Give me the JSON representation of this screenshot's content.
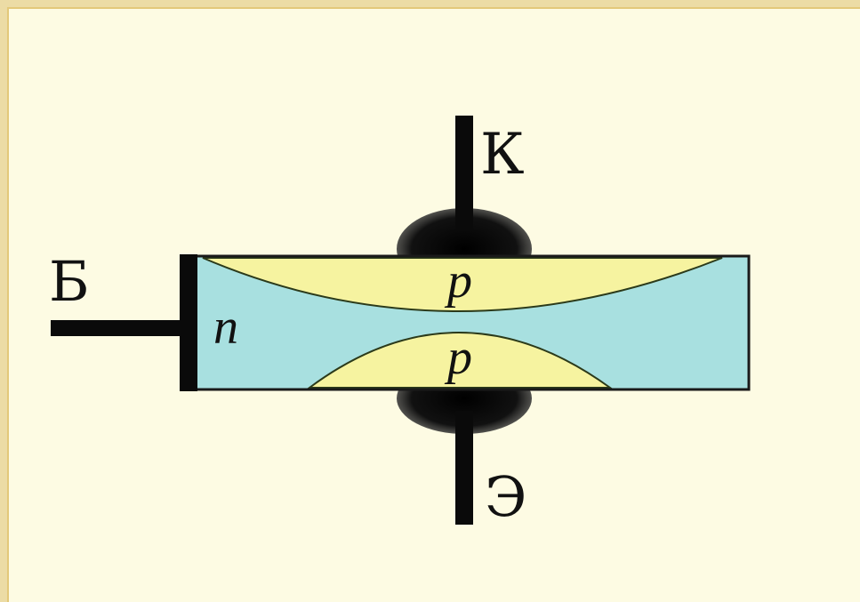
{
  "diagram": {
    "labels": {
      "collector": "К",
      "base": "Б",
      "emitter": "Э",
      "base_region": "n",
      "collector_region": "p",
      "emitter_region": "p"
    },
    "colors": {
      "background": "#fdfbe3",
      "n_region": "#a8e0e0",
      "p_region": "#f6f3a0",
      "lead": "#0a0a0a"
    }
  }
}
